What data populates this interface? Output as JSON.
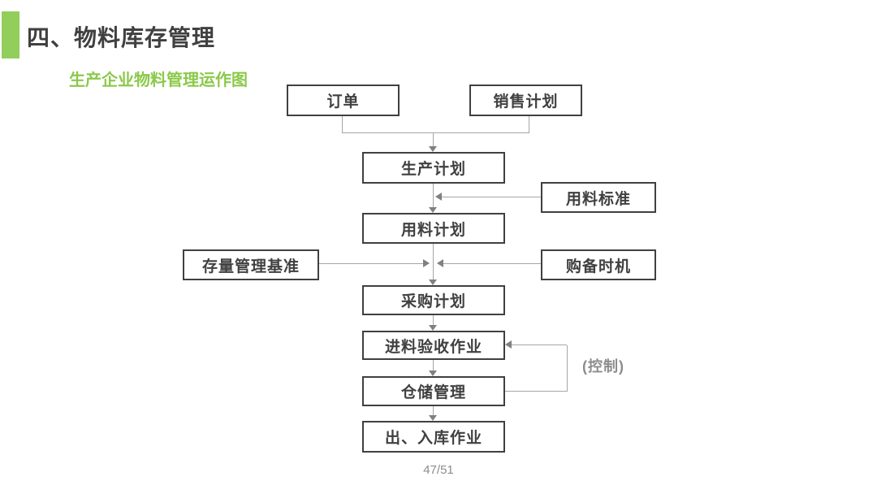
{
  "slide": {
    "title": "四、物料库存管理",
    "subtitle": "生产企业物料管理运作图",
    "page_number": "47/51"
  },
  "flowchart": {
    "nodes": {
      "order": {
        "label": "订单"
      },
      "sales_plan": {
        "label": "销售计划"
      },
      "production_plan": {
        "label": "生产计划"
      },
      "material_standard": {
        "label": "用料标准"
      },
      "material_plan": {
        "label": "用料计划"
      },
      "stock_baseline": {
        "label": "存量管理基准"
      },
      "purchase_timing": {
        "label": "购备时机"
      },
      "purchase_plan": {
        "label": "采购计划"
      },
      "incoming_inspection": {
        "label": "进料验收作业"
      },
      "warehouse_management": {
        "label": "仓储管理"
      },
      "in_out_operations": {
        "label": "出、入库作业"
      }
    },
    "edges": [
      {
        "from": "order",
        "to": "production_plan"
      },
      {
        "from": "sales_plan",
        "to": "production_plan"
      },
      {
        "from": "production_plan",
        "to": "material_plan"
      },
      {
        "from": "material_standard",
        "to": "production_plan-material_plan-link"
      },
      {
        "from": "material_plan",
        "to": "purchase_plan"
      },
      {
        "from": "stock_baseline",
        "to": "material_plan-purchase_plan-link"
      },
      {
        "from": "purchase_timing",
        "to": "material_plan-purchase_plan-link"
      },
      {
        "from": "purchase_plan",
        "to": "incoming_inspection"
      },
      {
        "from": "incoming_inspection",
        "to": "warehouse_management"
      },
      {
        "from": "warehouse_management",
        "to": "in_out_operations"
      },
      {
        "from": "warehouse_management",
        "to": "incoming_inspection",
        "note": "feedback loop"
      }
    ],
    "annotations": {
      "control": "(控制)"
    }
  },
  "colors": {
    "accent_green": "#92CE5C",
    "subtitle_green": "#8BC94A",
    "title_color": "#404040",
    "box_border": "#404040",
    "box_text": "#404040",
    "line_gray": "#A6A6A6",
    "arrow_gray": "#808080",
    "muted_gray": "#8C8C8C"
  }
}
